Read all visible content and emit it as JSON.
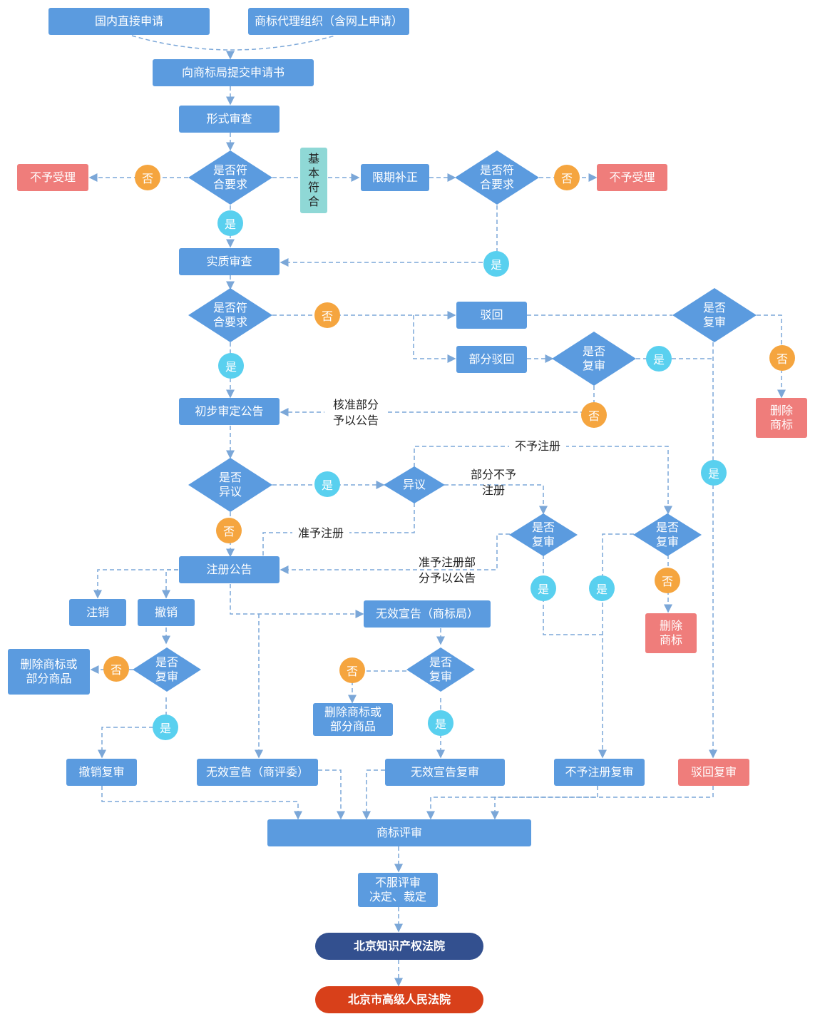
{
  "colors": {
    "box": "#5b9bdf",
    "reject": "#ef7d7b",
    "note": "#8fd8d6",
    "no": "#f5a53f",
    "yes": "#59d0ef",
    "court1": "#33508f",
    "court2": "#d8401a",
    "line": "#7ba7d8"
  },
  "boxes": {
    "domestic": "国内直接申请",
    "agency": "商标代理组织（含网上申请）",
    "submit": "向商标局提交申请书",
    "formal": "形式审查",
    "reject_left": "不予受理",
    "basic": "基\n本\n符\n合",
    "correction": "限期补正",
    "reject_right": "不予受理",
    "substantive": "实质审查",
    "refuse": "驳回",
    "partial_refuse": "部分驳回",
    "delete1": "删除\n商标",
    "prelim": "初步审定公告",
    "register_pub": "注册公告",
    "cancel": "注销",
    "revoke": "撤销",
    "delete2": "删除商标或\n部分商品",
    "invalid_office": "无效宣告（商标局）",
    "delete3": "删除商标或\n部分商品",
    "delete4": "删除\n商标",
    "revoke_review": "撤销复审",
    "invalid_board": "无效宣告（商评委）",
    "invalid_review": "无效宣告复审",
    "nonreg_review": "不予注册复审",
    "refuse_review": "驳回复审",
    "tm_review": "商标评审",
    "disagree": "不服评审\n决定、裁定",
    "court1": "北京知识产权法院",
    "court2": "北京市高级人民法院"
  },
  "diamonds": {
    "d1": "是否符\n合要求",
    "d2": "是否符\n合要求",
    "d3": "是否符\n合要求",
    "d4": "是否\n复审",
    "d5": "是否\n复审",
    "d6": "是否\n异议",
    "d7": "异议",
    "d8": "是否\n复审",
    "d9": "是否\n复审",
    "d10": "是否\n复审",
    "d11": "是否\n复审"
  },
  "circles": {
    "yes": "是",
    "no": "否"
  },
  "labels": {
    "approve_partial_pub": "核准部分\n予以公告",
    "no_register": "不予注册",
    "partial_no_register": "部分不予\n注册",
    "approve_register": "准予注册",
    "approve_partial_register": "准予注册部\n分予以公告"
  }
}
